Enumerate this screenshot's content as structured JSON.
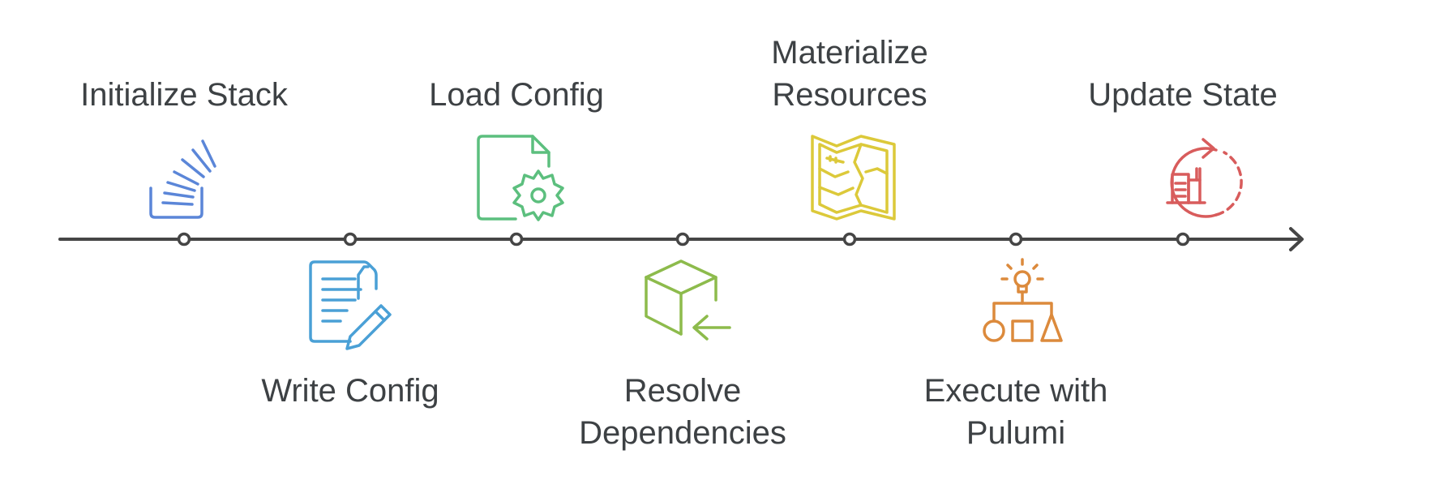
{
  "steps": [
    {
      "lines": [
        "Initialize Stack"
      ],
      "icon": "stack-icon",
      "color": "#5b86d8"
    },
    {
      "lines": [
        "Write Config"
      ],
      "icon": "document-edit-icon",
      "color": "#4aa0d6"
    },
    {
      "lines": [
        "Load Config"
      ],
      "icon": "file-gear-icon",
      "color": "#5cbf7e"
    },
    {
      "lines": [
        "Resolve",
        "Dependencies"
      ],
      "icon": "cube-arrow-icon",
      "color": "#8dbb4c"
    },
    {
      "lines": [
        "Materialize",
        "Resources"
      ],
      "icon": "map-icon",
      "color": "#dcc93a"
    },
    {
      "lines": [
        "Execute with",
        "Pulumi"
      ],
      "icon": "idea-shapes-icon",
      "color": "#dc8a3c"
    },
    {
      "lines": [
        "Update State"
      ],
      "icon": "refresh-state-icon",
      "color": "#d85c5c"
    }
  ],
  "timeline_color": "#454545"
}
